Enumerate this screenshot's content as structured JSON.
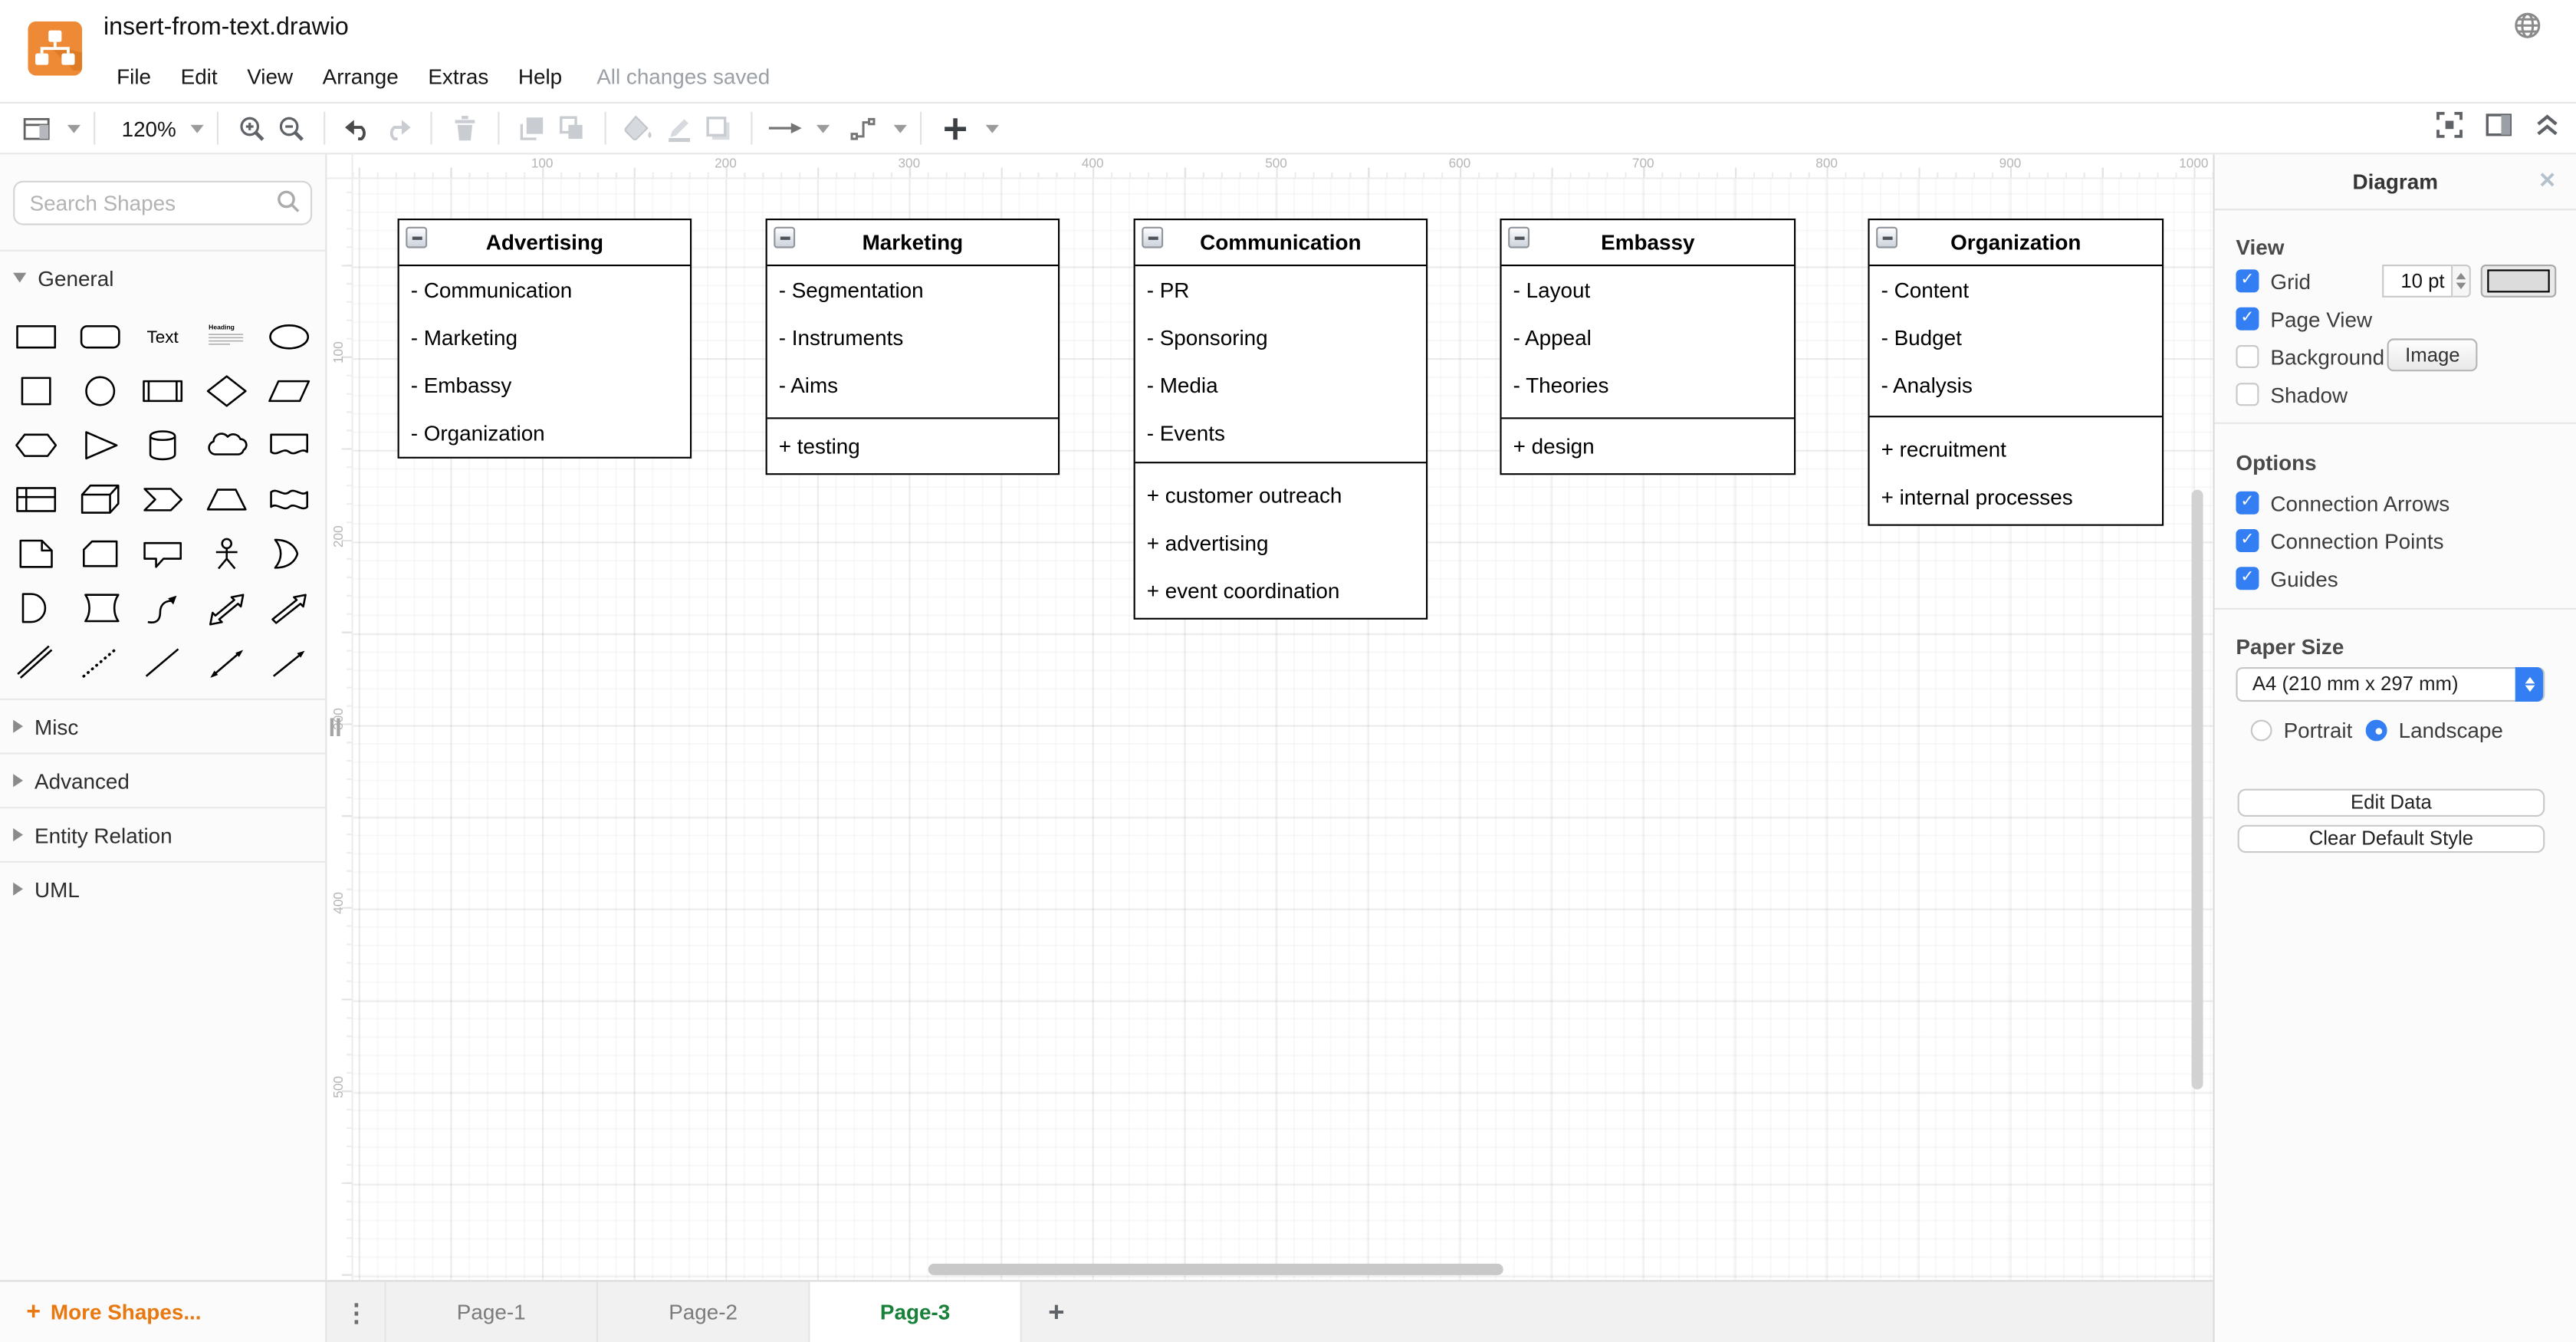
{
  "icons": {
    "add": "+",
    "close": "✕",
    "menu_dots": "⋮",
    "check": "✓"
  },
  "header": {
    "title": "insert-from-text.drawio",
    "menus": [
      "File",
      "Edit",
      "View",
      "Arrange",
      "Extras",
      "Help"
    ],
    "status": "All changes saved"
  },
  "toolbar": {
    "zoom_value": "120%"
  },
  "sidebar": {
    "search_placeholder": "Search Shapes",
    "sections": [
      {
        "label": "General",
        "expanded": true
      },
      {
        "label": "Misc",
        "expanded": false
      },
      {
        "label": "Advanced",
        "expanded": false
      },
      {
        "label": "Entity Relation",
        "expanded": false
      },
      {
        "label": "UML",
        "expanded": false
      }
    ],
    "shapes": [
      "rectangle",
      "rounded-rectangle",
      "text",
      "textbox",
      "ellipse",
      "square",
      "circle",
      "process",
      "diamond",
      "parallelogram",
      "hexagon",
      "triangle",
      "cylinder",
      "cloud",
      "document",
      "internal-storage",
      "cube",
      "step",
      "trapezoid",
      "tape",
      "note",
      "card",
      "callout",
      "actor",
      "or",
      "and",
      "data-storage",
      "curve",
      "bidirectional-arrow",
      "arrow",
      "link",
      "dotted-line",
      "line",
      "bidirectional-connector",
      "directional-connector"
    ],
    "shape_text_label": "Text",
    "textbox_heading": "Heading",
    "more_shapes": "More Shapes..."
  },
  "canvas": {
    "ruler_h": [
      "100",
      "200",
      "300",
      "400",
      "500",
      "600",
      "700",
      "800",
      "900",
      "1000"
    ],
    "ruler_v": [
      "100",
      "200",
      "300",
      "400",
      "500"
    ],
    "boxes": [
      {
        "title": "Advertising",
        "minus_items": [
          "- Communication",
          "- Marketing",
          "- Embassy",
          "- Organization"
        ],
        "plus_items": []
      },
      {
        "title": "Marketing",
        "minus_items": [
          "- Segmentation",
          "- Instruments",
          "- Aims"
        ],
        "plus_items": [
          "+ testing"
        ]
      },
      {
        "title": "Communication",
        "minus_items": [
          "- PR",
          "- Sponsoring",
          "- Media",
          "- Events"
        ],
        "plus_items": [
          "+ customer outreach",
          "+ advertising",
          "+ event coordination"
        ]
      },
      {
        "title": "Embassy",
        "minus_items": [
          "- Layout",
          "- Appeal",
          "- Theories"
        ],
        "plus_items": [
          "+ design"
        ]
      },
      {
        "title": "Organization",
        "minus_items": [
          "- Content",
          "- Budget",
          "- Analysis"
        ],
        "plus_items": [
          "+ recruitment",
          "+ internal processes"
        ]
      }
    ]
  },
  "footer": {
    "tabs": [
      {
        "label": "Page-1",
        "active": false
      },
      {
        "label": "Page-2",
        "active": false
      },
      {
        "label": "Page-3",
        "active": true
      }
    ]
  },
  "panel": {
    "title": "Diagram",
    "view": {
      "label": "View",
      "grid": "Grid",
      "grid_size": "10 pt",
      "page_view": "Page View",
      "background": "Background",
      "image_button": "Image",
      "shadow": "Shadow"
    },
    "options": {
      "label": "Options",
      "items": [
        "Connection Arrows",
        "Connection Points",
        "Guides"
      ]
    },
    "paper": {
      "label": "Paper Size",
      "value": "A4 (210 mm x 297 mm)",
      "portrait": "Portrait",
      "landscape": "Landscape"
    },
    "buttons": {
      "edit_data": "Edit Data",
      "clear_default_style": "Clear Default Style"
    }
  },
  "colors": {
    "accent_blue": "#337ef3",
    "tab_active_green": "#188038",
    "brand_orange": "#e8780f"
  }
}
